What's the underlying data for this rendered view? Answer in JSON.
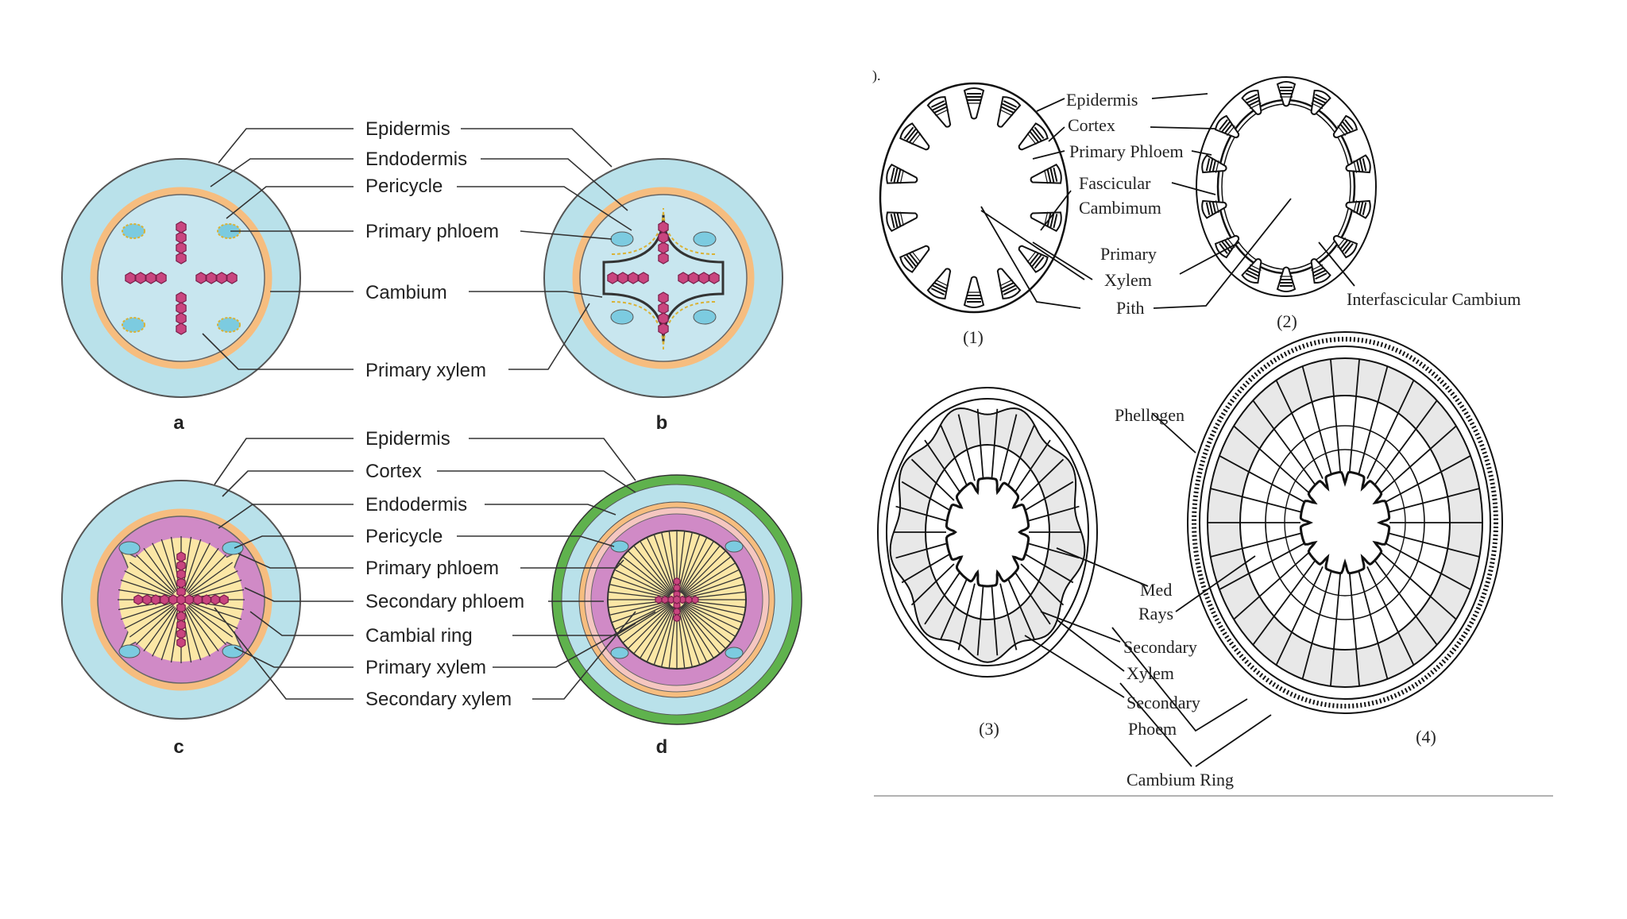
{
  "left_figure": {
    "labels_ab": [
      "Epidermis",
      "Endodermis",
      "Pericycle",
      "Primary phloem",
      "Cambium",
      "Primary xylem"
    ],
    "labels_cd": [
      "Epidermis",
      "Cortex",
      "Endodermis",
      "Pericycle",
      "Primary phloem",
      "Secondary phloem",
      "Cambial ring",
      "Primary xylem",
      "Secondary xylem"
    ],
    "panel_letters": [
      "a",
      "b",
      "c",
      "d"
    ]
  },
  "right_figure": {
    "corner_mark": ").",
    "labels_top": [
      "Epidermis",
      "Cortex",
      "Primary Phloem",
      "Fascicular",
      "Cambimum",
      "Primary",
      "Xylem",
      "Pith",
      "Interfascicular Cambium"
    ],
    "labels_bottom": [
      "Phellogen",
      "Med",
      "Rays",
      "Secondary",
      "Xylem",
      "Secondary",
      "Phoem",
      "Cambium Ring"
    ],
    "panel_numbers": [
      "(1)",
      "(2)",
      "(3)",
      "(4)"
    ]
  },
  "colors": {
    "cortex": "#b9e1ea",
    "ring": "#f6bd7f",
    "xylem": "#c9457f",
    "phloem": "#7ccbe0",
    "secondary_phloem": "#d08ac6",
    "secondary_xylem": "#fbe7a6",
    "periderm": "#5fb24d"
  }
}
